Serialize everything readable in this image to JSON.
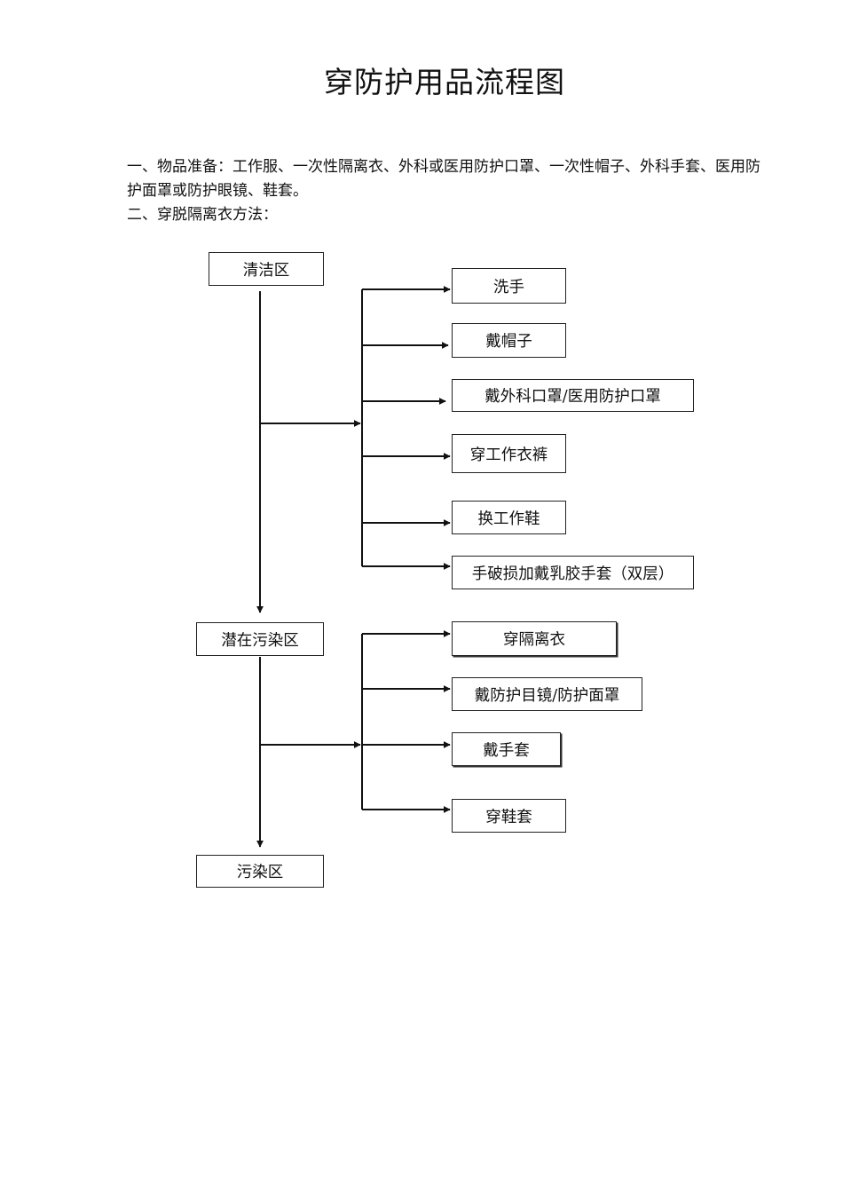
{
  "title": "穿防护用品流程图",
  "intro": {
    "item1": "一、物品准备：工作服、一次性隔离衣、外科或医用防护口罩、一次性帽子、外科手套、医用防护面罩或防护眼镜、鞋套。",
    "item2": "二、穿脱隔离衣方法："
  },
  "flow": {
    "zones": {
      "clean": "清洁区",
      "potential": "潜在污染区",
      "contaminated": "污染区"
    },
    "clean_steps": [
      "洗手",
      "戴帽子",
      "戴外科口罩/医用防护口罩",
      "穿工作衣裤",
      "换工作鞋",
      "手破损加戴乳胶手套（双层）"
    ],
    "potential_steps": [
      "穿隔离衣",
      "戴防护目镜/防护面罩",
      "戴手套",
      "穿鞋套"
    ]
  }
}
